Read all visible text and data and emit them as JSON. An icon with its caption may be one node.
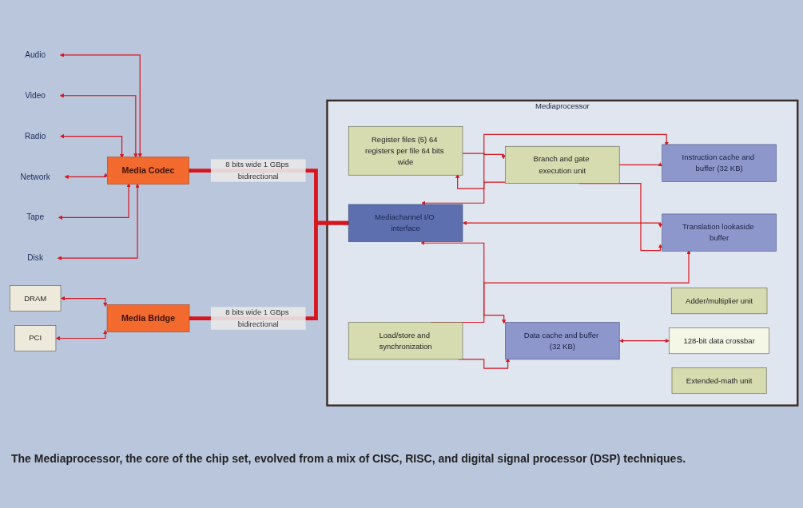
{
  "diagram": {
    "caption": "The Mediaprocessor, the core of the chip set, evolved from a mix of CISC, RISC, and digital signal processor (DSP) techniques.",
    "nodes": [
      {
        "text": [
          "Audio"
        ]
      },
      {
        "text": [
          "Video"
        ]
      },
      {
        "text": [
          "Radio"
        ]
      },
      {
        "text": [
          "Network"
        ]
      },
      {
        "text": [
          "Tape"
        ]
      },
      {
        "text": [
          "Disk"
        ]
      },
      {
        "text": [
          "Media Codec"
        ]
      },
      {
        "text": [
          "DRAM"
        ]
      },
      {
        "text": [
          "PCI"
        ]
      },
      {
        "text": [
          "Media Bridge"
        ]
      },
      {
        "text": [
          "Mediaprocessor"
        ]
      },
      {
        "text": [
          "Mediachannel I/O interface"
        ],
        "in": 10
      },
      {
        "text": [
          "Instruction cache and buffer (32 KB)"
        ],
        "in": 10
      },
      {
        "text": [
          "Translation lookaside buffer"
        ],
        "in": 10
      },
      {
        "text": [
          "Data cache and buffer (32 KB)"
        ],
        "in": 10
      },
      {
        "text": [
          "Register files (5) 64 registers per file 64 bits wide"
        ],
        "in": 10
      },
      {
        "text": [
          "Branch and gate execution unit"
        ],
        "in": 10
      },
      {
        "text": [
          "Load/store and synchronization"
        ],
        "in": 10
      },
      {
        "text": [
          "Adder/multiplier unit"
        ],
        "in": 10
      },
      {
        "text": [
          "128-bit data crossbar"
        ],
        "in": 10
      },
      {
        "text": [
          "Extended-math unit"
        ],
        "in": 10
      }
    ],
    "edges": [
      {
        "from": 0,
        "to": 6,
        "arrow": "both"
      },
      {
        "from": 1,
        "to": 6,
        "arrow": "both"
      },
      {
        "from": 2,
        "to": 6,
        "arrow": "both"
      },
      {
        "from": 3,
        "to": 6,
        "arrow": "both"
      },
      {
        "from": 4,
        "to": 6,
        "arrow": "both"
      },
      {
        "from": 5,
        "to": 6,
        "arrow": "both"
      },
      {
        "from": 7,
        "to": 9,
        "arrow": "both"
      },
      {
        "from": 8,
        "to": 9,
        "arrow": "both"
      },
      {
        "from": 6,
        "to": 11,
        "arrow": "both",
        "label": "8 bits wide 1 GBps bidirectional",
        "style": "thick"
      },
      {
        "from": 9,
        "to": 11,
        "arrow": "both",
        "label": "8 bits wide 1 GBps bidirectional",
        "style": "thick"
      },
      {
        "from": 11,
        "to": 12,
        "arrow": "both"
      },
      {
        "from": 11,
        "to": 13,
        "arrow": "both"
      },
      {
        "from": 11,
        "to": 14,
        "arrow": "both"
      },
      {
        "from": 16,
        "to": 12,
        "arrow": "to"
      },
      {
        "from": 16,
        "to": 13,
        "arrow": "to"
      },
      {
        "from": 17,
        "to": 13,
        "arrow": "to"
      },
      {
        "from": 17,
        "to": 14,
        "arrow": "to"
      },
      {
        "from": 15,
        "to": 16,
        "arrow": "to"
      },
      {
        "from": 16,
        "to": 15,
        "arrow": "to"
      },
      {
        "from": 14,
        "to": 19,
        "arrow": "both"
      }
    ]
  }
}
